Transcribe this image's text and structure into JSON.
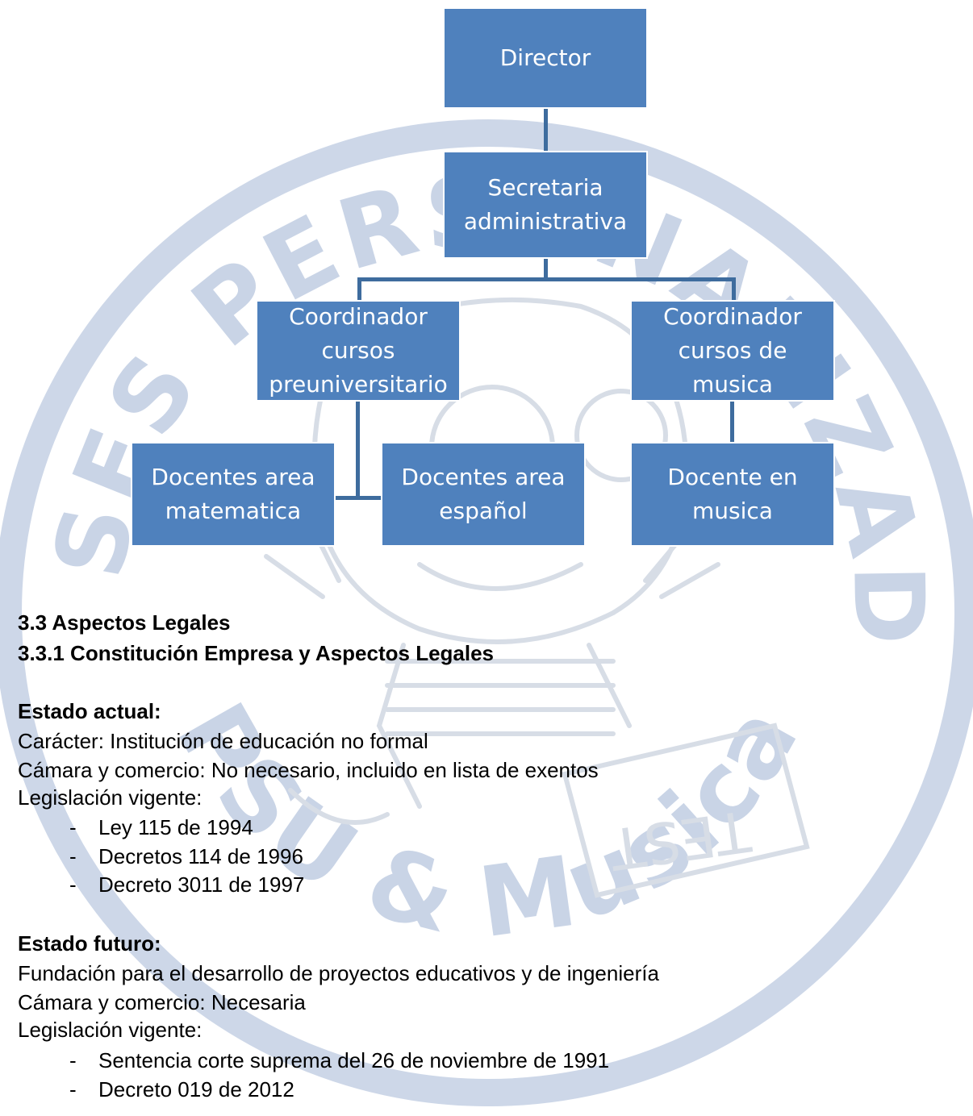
{
  "watermark": {
    "top_arc": "CLASES PERSONALIZADAS",
    "bottom_arc": "PSU & Musica",
    "paper_text": "TEST",
    "color": "#c9d4e6"
  },
  "org_chart": {
    "box_color": "#4f81bd",
    "line_color": "#3e6c9e",
    "nodes": [
      {
        "id": "director",
        "label": "Director"
      },
      {
        "id": "secretaria",
        "label": "Secretaria\nadministrativa"
      },
      {
        "id": "coord_pre",
        "label": "Coordinador\ncursos\npreuniversitario"
      },
      {
        "id": "coord_mus",
        "label": "Coordinador\ncursos de\nmusica"
      },
      {
        "id": "doc_mat",
        "label": "Docentes area\nmatematica"
      },
      {
        "id": "doc_esp",
        "label": "Docentes area\nespañol"
      },
      {
        "id": "doc_mus",
        "label": "Docente en\nmusica"
      }
    ]
  },
  "section": {
    "heading": "3.3 Aspectos Legales",
    "subheading": "3.3.1 Constitución Empresa y Aspectos Legales"
  },
  "actual": {
    "title": "Estado actual:",
    "caracter": "Carácter: Institución de educación no formal",
    "camara": "Cámara y comercio: No necesario, incluido en lista de exentos",
    "legislacion": "Legislación vigente:",
    "items": [
      "Ley 115 de 1994",
      "Decretos 114 de 1996",
      "Decreto 3011 de 1997"
    ]
  },
  "futuro": {
    "title": "Estado futuro:",
    "fundacion": "Fundación para el desarrollo de proyectos educativos y de ingeniería",
    "camara": "Cámara y comercio: Necesaria",
    "legislacion": "Legislación vigente:",
    "items": [
      "Sentencia corte suprema del 26 de noviembre de 1991",
      "Decreto 019 de 2012"
    ]
  }
}
